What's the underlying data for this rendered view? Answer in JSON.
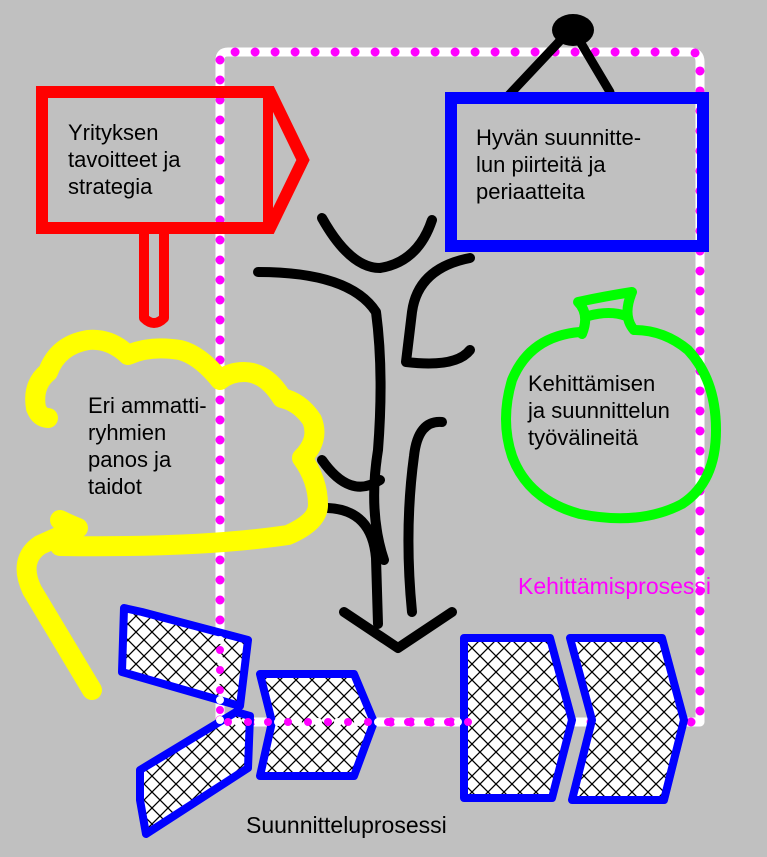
{
  "labels": {
    "company_goals": "Yrityksen\ntavoitteet ja\nstrategia",
    "good_planning": "Hyvän suunnitte-\nlun piirteitä ja\nperiaatteita",
    "professional_groups": "Eri ammatti-\nryhmien\npanos ja\ntaidot",
    "development_tools": "Kehittämisen\nja suunnittelun\ntyövälineitä",
    "development_process": "Kehittämisprosessi",
    "planning_process": "Suunnitteluprosessi"
  },
  "colors": {
    "background": "#c0c0c0",
    "signpost": "#ff0000",
    "picture_frame": "#0000ff",
    "cloud": "#ffff00",
    "sack": "#00ff00",
    "process_boundary": "#ff00ff",
    "process_blocks": "#0000ff",
    "tree": "#000000"
  }
}
